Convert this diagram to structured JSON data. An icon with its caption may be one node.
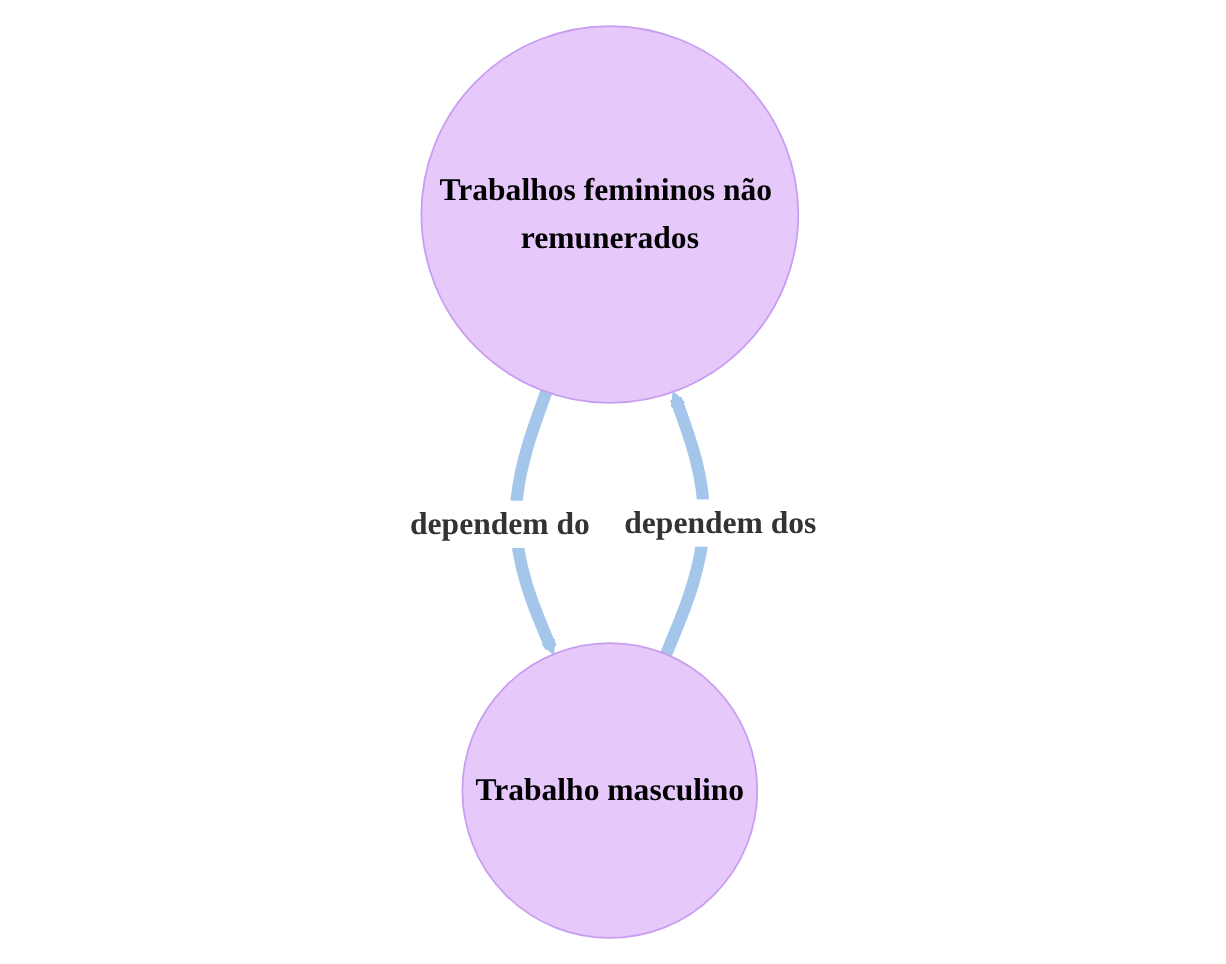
{
  "diagram": {
    "nodes": [
      {
        "text": [
          "Trabalhos femininos não remunerados"
        ]
      },
      {
        "text": [
          "Trabalho masculino"
        ]
      }
    ],
    "edges": [
      {
        "from": 0,
        "to": 1,
        "arrow": "to",
        "label": "dependem do"
      },
      {
        "from": 1,
        "to": 0,
        "arrow": "to",
        "label": "dependem dos"
      }
    ]
  }
}
